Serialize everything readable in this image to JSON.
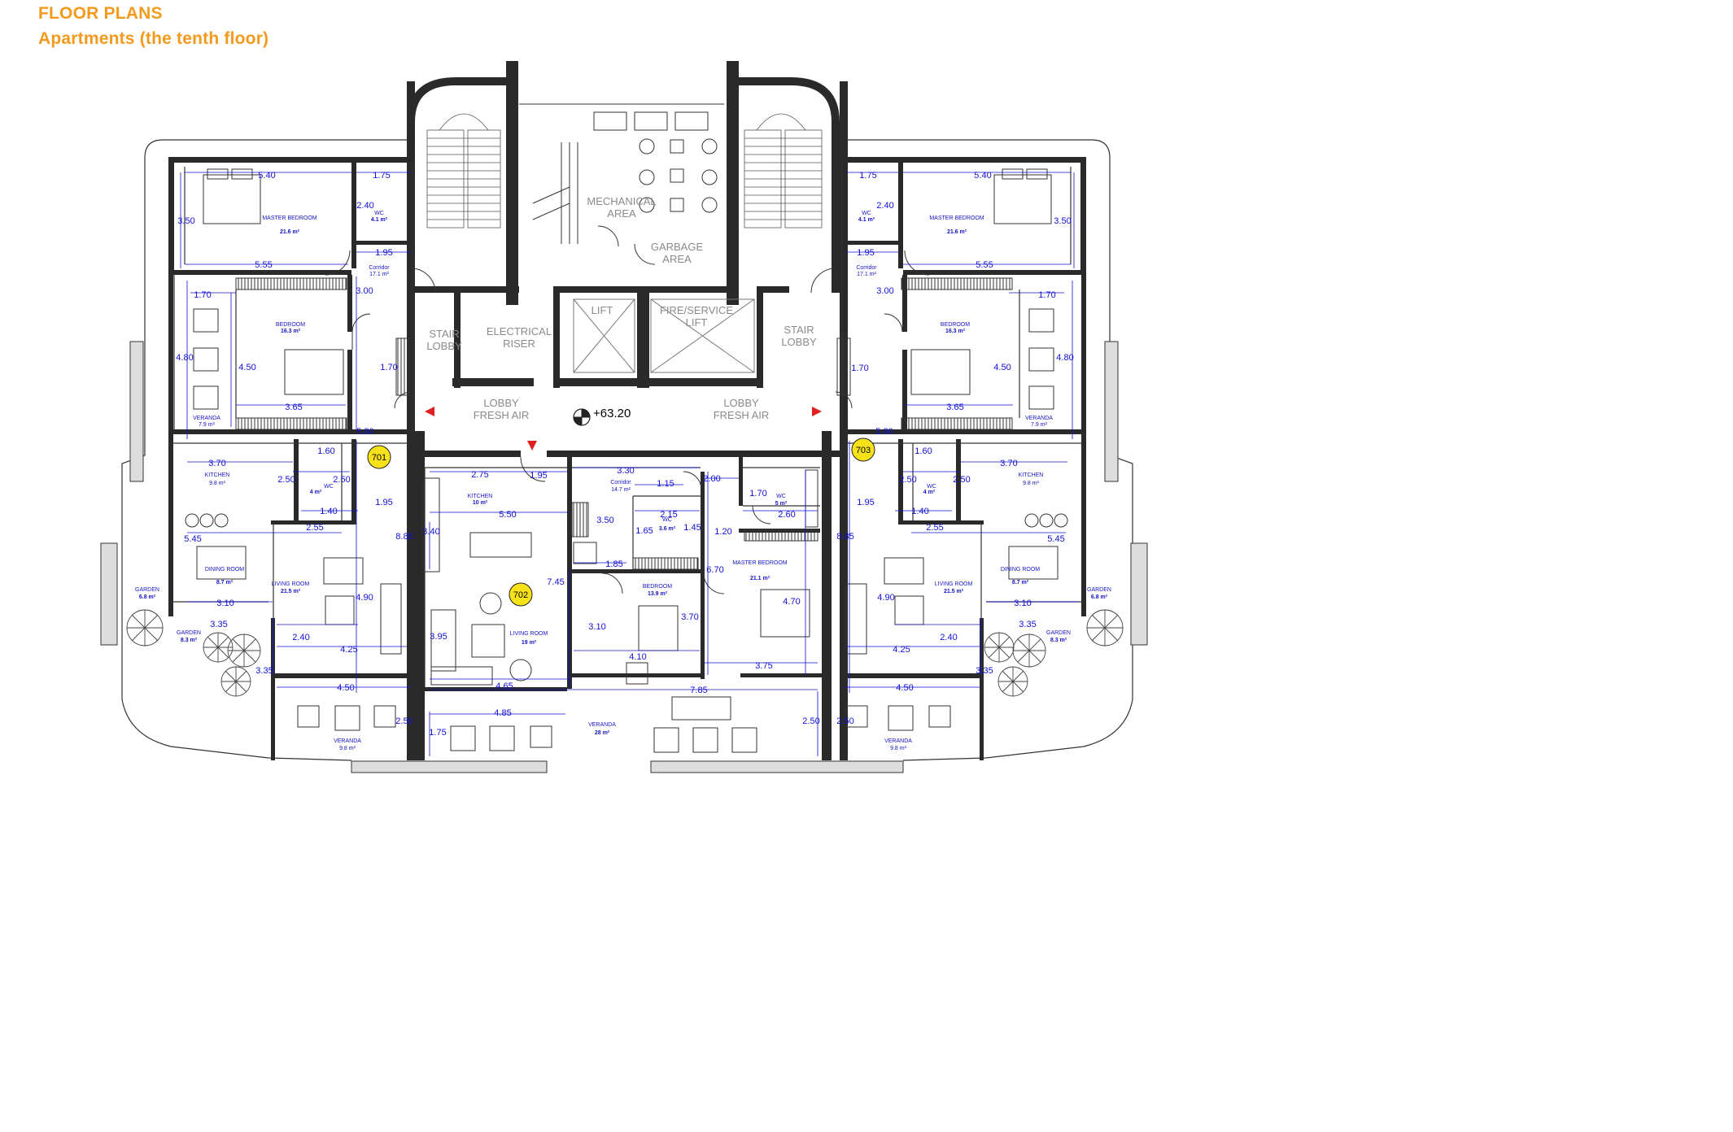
{
  "header": {
    "title": "FLOOR PLANS",
    "subtitle": "Apartments (the tenth floor)"
  },
  "colors": {
    "header": "#f39a1e",
    "wall": "#222222",
    "dimension": "#1010d8",
    "apartment_tag": "#f7e21a",
    "entry_marker": "#e02020"
  },
  "core": {
    "mechanical": "MECHANICAL AREA",
    "garbage": "GARBAGE AREA",
    "stair_lobby": "STAIR LOBBY",
    "electrical": "ELECTRICAL RISER",
    "lift": "LIFT",
    "fire_lift": "FIRE/SERVICE LIFT",
    "lobby": "LOBBY FRESH AIR",
    "level": "+63.20"
  },
  "apartments": [
    "701",
    "702",
    "703"
  ],
  "rooms_701": {
    "master_name": "MASTER BEDROOM",
    "master_area": "21.6 m²",
    "wc1_name": "WC",
    "wc1_area": "4.1 m²",
    "corridor_name": "Corridor",
    "corridor_area": "17.1 m²",
    "bedroom_name": "BEDROOM",
    "bedroom_area": "16.3 m²",
    "veranda1_name": "VERANDA",
    "veranda1_area": "7.9 m²",
    "kitchen_name": "KITCHEN",
    "kitchen_area": "9.8 m²",
    "wc2_name": "WC",
    "wc2_area": "4 m²",
    "dining_name": "DINING ROOM",
    "dining_area": "8.7 m²",
    "living_name": "LIVING ROOM",
    "living_area": "21.5 m²",
    "garden1_name": "GARDEN",
    "garden1_area": "6.8 m²",
    "garden2_name": "GARDEN",
    "garden2_area": "8.3 m²",
    "veranda2_name": "VERANDA",
    "veranda2_area": "9.8 m²"
  },
  "rooms_702": {
    "kitchen_name": "KITCHEN",
    "kitchen_area": "10 m²",
    "corridor_name": "Corridor",
    "corridor_area": "14.7 m²",
    "wc1_name": "WC",
    "wc1_area": "5 m²",
    "wc2_name": "WC",
    "wc2_area": "3.6 m²",
    "master_name": "MASTER BEDROOM",
    "master_area": "21.1 m²",
    "bedroom_name": "BEDROOM",
    "bedroom_area": "13.9 m²",
    "living_name": "LIVING ROOM",
    "living_area": "19 m²",
    "veranda_name": "VERANDA",
    "veranda_area": "28 m²"
  },
  "rooms_703": {
    "master_name": "MASTER BEDROOM",
    "master_area": "21.6 m²",
    "wc1_name": "WC",
    "wc1_area": "4.1 m²",
    "corridor_name": "Corridor",
    "corridor_area": "17.1 m²",
    "bedroom_name": "BEDROOM",
    "bedroom_area": "16.3 m²",
    "veranda1_name": "VERANDA",
    "veranda1_area": "7.9 m²",
    "kitchen_name": "KITCHEN",
    "kitchen_area": "9.8 m²",
    "wc2_name": "WC",
    "wc2_area": "4 m²",
    "dining_name": "DINING ROOM",
    "dining_area": "8.7 m²",
    "living_name": "LIVING ROOM",
    "living_area": "21.5 m²",
    "garden1_name": "GARDEN",
    "garden1_area": "6.8 m²",
    "garden2_name": "GARDEN",
    "garden2_area": "8.3 m²",
    "veranda2_name": "VERANDA",
    "veranda2_area": "9.8 m²"
  },
  "dims_701": {
    "a": "5.40",
    "b": "1.75",
    "c": "3.50",
    "d": "2.40",
    "e": "1.95",
    "f": "5.55",
    "g": "3.00",
    "h": "1.70",
    "i": "4.80",
    "j": "4.50",
    "k": "1.70",
    "l": "3.65",
    "m": "5.80",
    "n": "1.60",
    "o": "3.70",
    "p": "2.50",
    "q": "2.50",
    "r": "1.95",
    "s": "1.40",
    "t": "2.55",
    "u": "5.45",
    "v": "8.85",
    "w": "3.10",
    "x": "4.90",
    "y": "3.35",
    "z": "2.40",
    "aa": "4.25",
    "ab": "3.35",
    "ac": "4.50",
    "ad": "2.50"
  },
  "dims_702": {
    "a": "2.75",
    "b": "1.95",
    "c": "3.30",
    "d": "1.15",
    "e": "2.00",
    "f": "1.70",
    "g": "5.50",
    "h": "2.15",
    "i": "2.60",
    "j": "3.50",
    "k": "1.65",
    "l": "1.45",
    "m": "1.20",
    "n": "3.40",
    "o": "1.85",
    "p": "6.70",
    "q": "7.45",
    "r": "4.70",
    "s": "3.70",
    "t": "3.10",
    "u": "3.95",
    "v": "4.10",
    "w": "3.75",
    "x": "4.65",
    "y": "7.85",
    "z": "4.85",
    "aa": "1.75",
    "ab": "2.50"
  },
  "dims_703": {
    "a": "1.75",
    "b": "5.40",
    "c": "2.40",
    "d": "3.50",
    "e": "1.95",
    "f": "5.55",
    "g": "3.00",
    "h": "1.70",
    "i": "4.80",
    "j": "1.70",
    "k": "4.50",
    "l": "3.65",
    "m": "5.80",
    "n": "1.60",
    "o": "3.70",
    "p": "2.50",
    "q": "2.50",
    "r": "1.95",
    "s": "1.40",
    "t": "2.55",
    "u": "8.85",
    "v": "5.45",
    "w": "4.90",
    "x": "3.10",
    "y": "3.35",
    "z": "2.40",
    "aa": "4.25",
    "ab": "3.35",
    "ac": "4.50",
    "ad": "2.50"
  }
}
